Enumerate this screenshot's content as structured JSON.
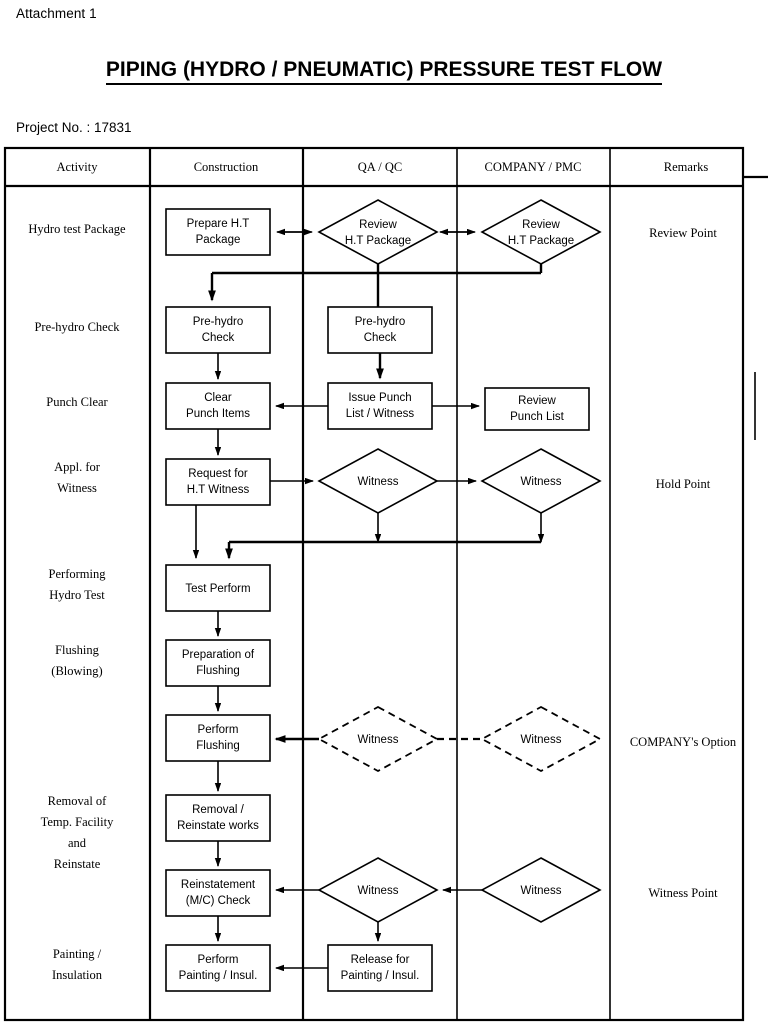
{
  "document": {
    "attachment_label": "Attachment 1",
    "title": "PIPING (HYDRO / PNEUMATIC) PRESSURE TEST FLOW",
    "project_no": "Project No. : 17831"
  },
  "table": {
    "columns": [
      {
        "key": "activity",
        "label": "Activity"
      },
      {
        "key": "construction",
        "label": "Construction"
      },
      {
        "key": "qaqc",
        "label": "QA / QC"
      },
      {
        "key": "company",
        "label": "COMPANY / PMC"
      },
      {
        "key": "remarks",
        "label": "Remarks"
      }
    ]
  },
  "activities": [
    {
      "lines": [
        "Hydro test Package"
      ]
    },
    {
      "lines": [
        "Pre-hydro Check"
      ]
    },
    {
      "lines": [
        "Punch Clear"
      ]
    },
    {
      "lines": [
        "Appl. for",
        "Witness"
      ]
    },
    {
      "lines": [
        "Performing",
        "Hydro Test"
      ]
    },
    {
      "lines": [
        "Flushing",
        "(Blowing)"
      ]
    },
    {
      "lines": [
        "Removal of",
        "Temp. Facility",
        "and",
        "Reinstate"
      ]
    },
    {
      "lines": [
        "Painting /",
        "Insulation"
      ]
    }
  ],
  "remarks": [
    {
      "text": "Review Point"
    },
    {
      "text": "Hold Point"
    },
    {
      "text": "COMPANY's Option"
    },
    {
      "text": "Witness Point"
    }
  ],
  "nodes": {
    "construction": [
      {
        "id": "prepare-ht-package",
        "lines": [
          "Prepare H.T",
          "Package"
        ]
      },
      {
        "id": "pre-hydro-check-c",
        "lines": [
          "Pre-hydro",
          "Check"
        ]
      },
      {
        "id": "clear-punch-items",
        "lines": [
          "Clear",
          "Punch Items"
        ]
      },
      {
        "id": "request-ht-witness",
        "lines": [
          "Request for",
          "H.T Witness"
        ]
      },
      {
        "id": "test-perform",
        "lines": [
          "Test Perform"
        ]
      },
      {
        "id": "preparation-of-flushing",
        "lines": [
          "Preparation of",
          "Flushing"
        ]
      },
      {
        "id": "perform-flushing",
        "lines": [
          "Perform",
          "Flushing"
        ]
      },
      {
        "id": "removal-reinstate-works",
        "lines": [
          "Removal /",
          "Reinstate works"
        ]
      },
      {
        "id": "reinstatement-mc-check",
        "lines": [
          "Reinstatement",
          "(M/C) Check"
        ]
      },
      {
        "id": "perform-painting-insul",
        "lines": [
          "Perform",
          "Painting / Insul."
        ]
      }
    ],
    "qaqc": [
      {
        "id": "review-ht-package-qa",
        "shape": "diamond",
        "lines": [
          "Review",
          "H.T Package"
        ]
      },
      {
        "id": "pre-hydro-check-qa",
        "shape": "box",
        "lines": [
          "Pre-hydro",
          "Check"
        ]
      },
      {
        "id": "issue-punch-list-witness",
        "shape": "box",
        "lines": [
          "Issue Punch",
          "List / Witness"
        ]
      },
      {
        "id": "witness-ht-qa",
        "shape": "diamond",
        "lines": [
          "Witness"
        ]
      },
      {
        "id": "witness-flushing-qa",
        "shape": "diamond-dashed",
        "lines": [
          "Witness"
        ]
      },
      {
        "id": "witness-reinstate-qa",
        "shape": "diamond",
        "lines": [
          "Witness"
        ]
      },
      {
        "id": "release-for-painting",
        "shape": "box",
        "lines": [
          "Release for",
          "Painting / Insul."
        ]
      }
    ],
    "company": [
      {
        "id": "review-ht-package-co",
        "shape": "diamond",
        "lines": [
          "Review",
          "H.T Package"
        ]
      },
      {
        "id": "review-punch-list",
        "shape": "box",
        "lines": [
          "Review",
          "Punch List"
        ]
      },
      {
        "id": "witness-ht-co",
        "shape": "diamond",
        "lines": [
          "Witness"
        ]
      },
      {
        "id": "witness-flushing-co",
        "shape": "diamond-dashed",
        "lines": [
          "Witness"
        ]
      },
      {
        "id": "witness-reinstate-co",
        "shape": "diamond",
        "lines": [
          "Witness"
        ]
      }
    ]
  },
  "colors": {
    "ink": "#000000",
    "page": "#ffffff"
  }
}
